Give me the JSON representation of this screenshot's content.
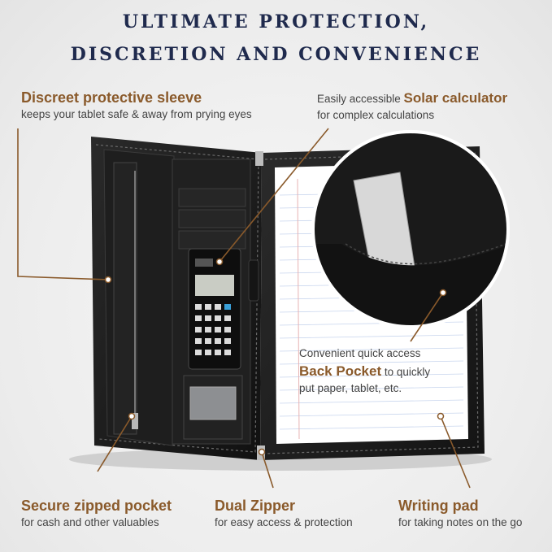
{
  "header": {
    "line1": "ULTIMATE PROTECTION,",
    "line2": "DISCRETION AND CONVENIENCE"
  },
  "features": {
    "sleeve": {
      "title": "Discreet protective sleeve",
      "desc": "keeps your tablet safe & away from prying eyes"
    },
    "calculator": {
      "pre": "Easily accessible ",
      "title": "Solar calculator",
      "desc": "for complex calculations"
    },
    "back_pocket": {
      "pre": "Convenient quick access",
      "title": "Back Pocket",
      "post": " to quickly",
      "desc": "put paper, tablet, etc."
    },
    "zipped_pocket": {
      "title": "Secure zipped pocket",
      "desc": "for cash and other valuables"
    },
    "dual_zipper": {
      "title": "Dual Zipper",
      "desc": "for easy access & protection"
    },
    "writing_pad": {
      "title": "Writing pad",
      "desc": "for taking notes on the go"
    }
  },
  "colors": {
    "title": "#1f2a4d",
    "accent": "#8a5a2b",
    "leather": "#1b1b1b"
  }
}
